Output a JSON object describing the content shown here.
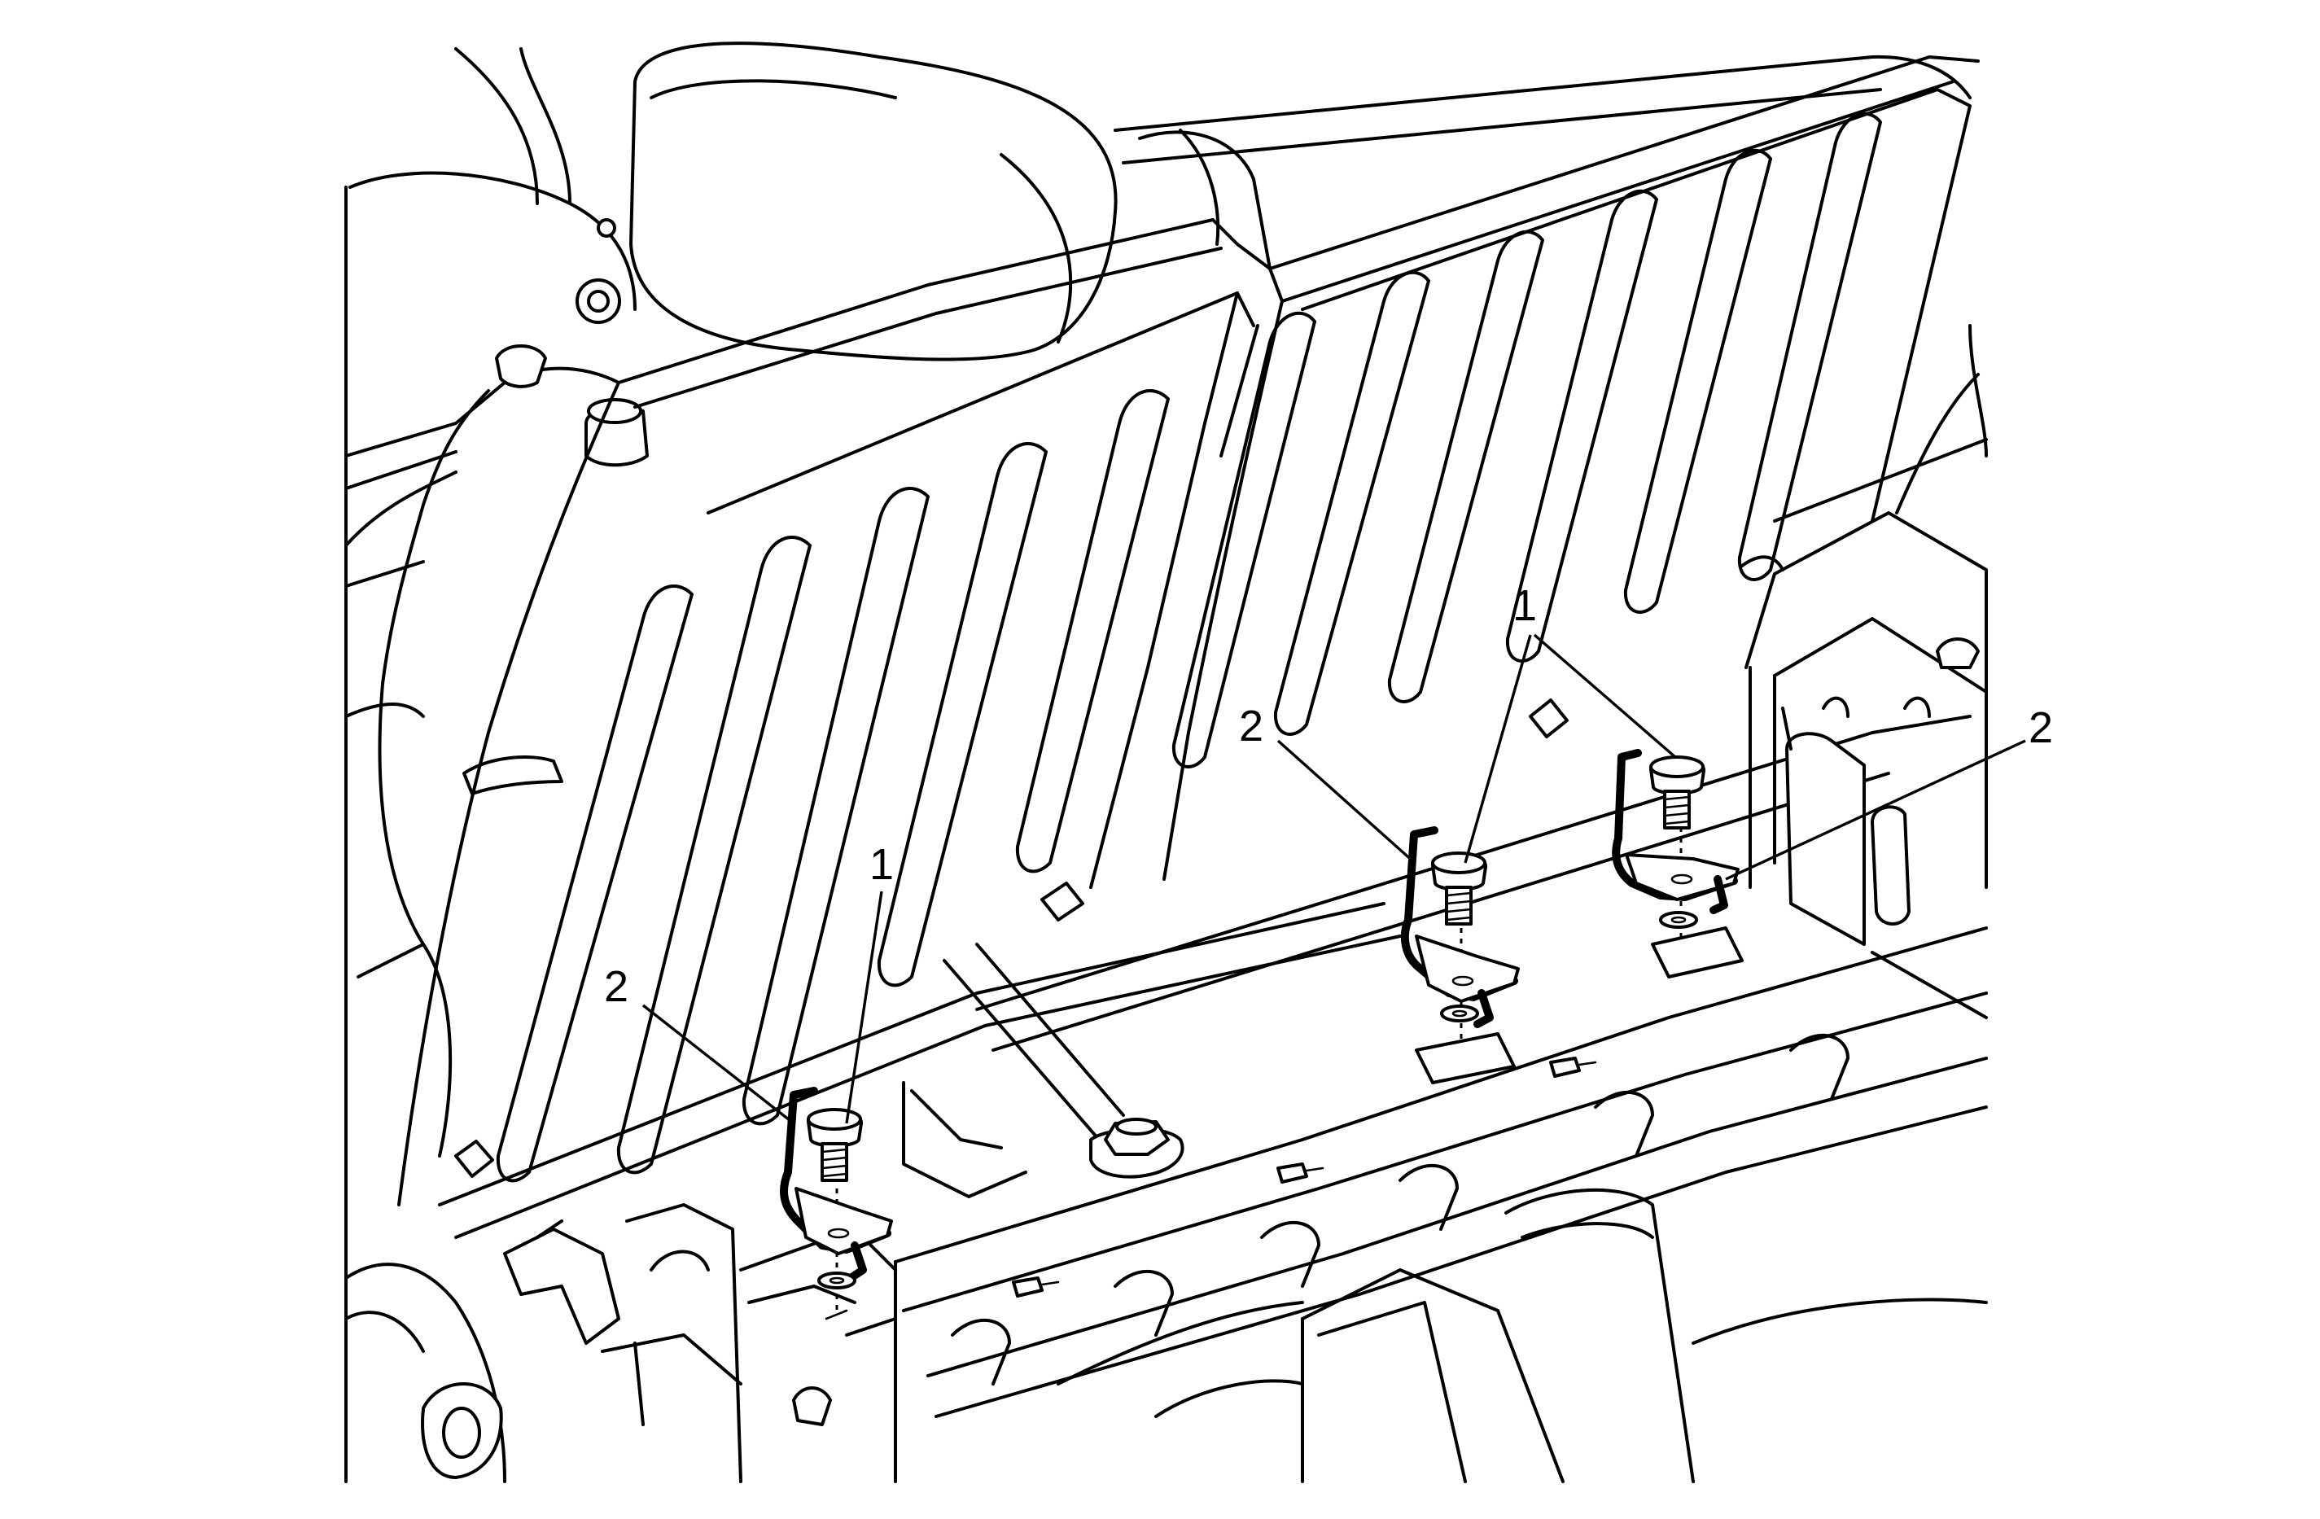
{
  "callouts": [
    {
      "id": "bolt-left",
      "label": "1"
    },
    {
      "id": "bracket-left",
      "label": "2"
    },
    {
      "id": "bolt-middle",
      "label": "1"
    },
    {
      "id": "bracket-middle",
      "label": "2"
    },
    {
      "id": "bolt-right",
      "label": "1"
    },
    {
      "id": "bracket-right",
      "label": "2"
    }
  ],
  "colors": {
    "line": "#000000",
    "background": "#ffffff"
  }
}
